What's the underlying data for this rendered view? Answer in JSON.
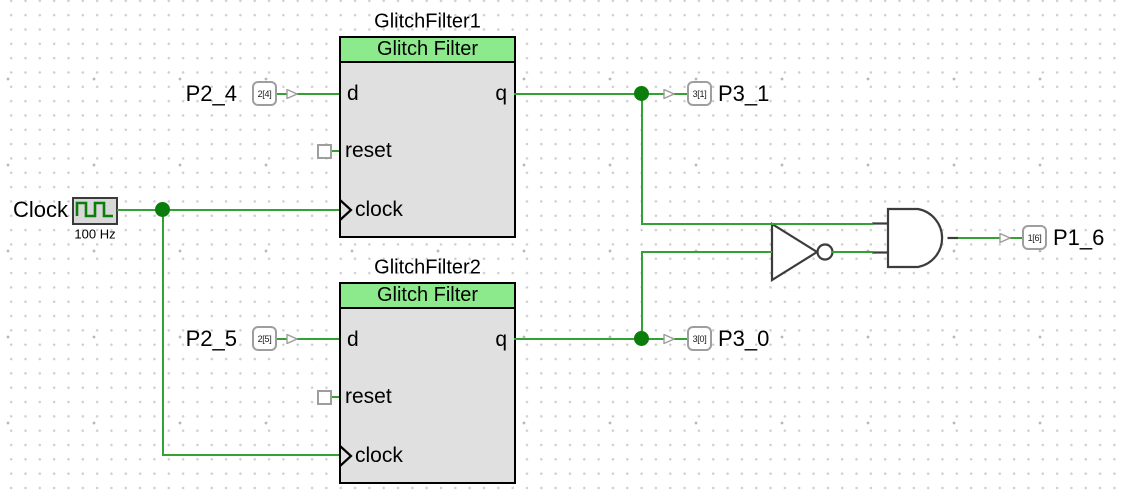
{
  "colors": {
    "wire": "#35a135",
    "junction": "#0b7d0b",
    "clock-wave": "#0b7d0b",
    "block-header": "#8ce98c",
    "block-body": "#e0e0e0",
    "block-border": "#000000",
    "gate-stroke": "#3c3c3c",
    "pin-border": "#9e9e9e",
    "grid-dot": "#cfcfcf",
    "grid-dot-strong": "#b8b8b8",
    "text": "#000000"
  },
  "clock_source": {
    "label": "Clock",
    "frequency": "100 Hz",
    "icon": "square-wave-icon"
  },
  "filters": [
    {
      "title": "GlitchFilter1",
      "header": "Glitch Filter",
      "port_d": "d",
      "port_reset": "reset",
      "port_clock": "clock",
      "port_q": "q"
    },
    {
      "title": "GlitchFilter2",
      "header": "Glitch Filter",
      "port_d": "d",
      "port_reset": "reset",
      "port_clock": "clock",
      "port_q": "q"
    }
  ],
  "pins": {
    "p2_4": {
      "label": "P2_4",
      "pin": "2[4]"
    },
    "p2_5": {
      "label": "P2_5",
      "pin": "2[5]"
    },
    "p3_1": {
      "label": "P3_1",
      "pin": "3[1]"
    },
    "p3_0": {
      "label": "P3_0",
      "pin": "3[0]"
    },
    "p1_6": {
      "label": "P1_6",
      "pin": "1[6]"
    }
  },
  "icons": {
    "junction": "wire-junction-dot",
    "arrow": "signal-direction-arrow",
    "clock_edge": "clock-edge-chevron"
  }
}
